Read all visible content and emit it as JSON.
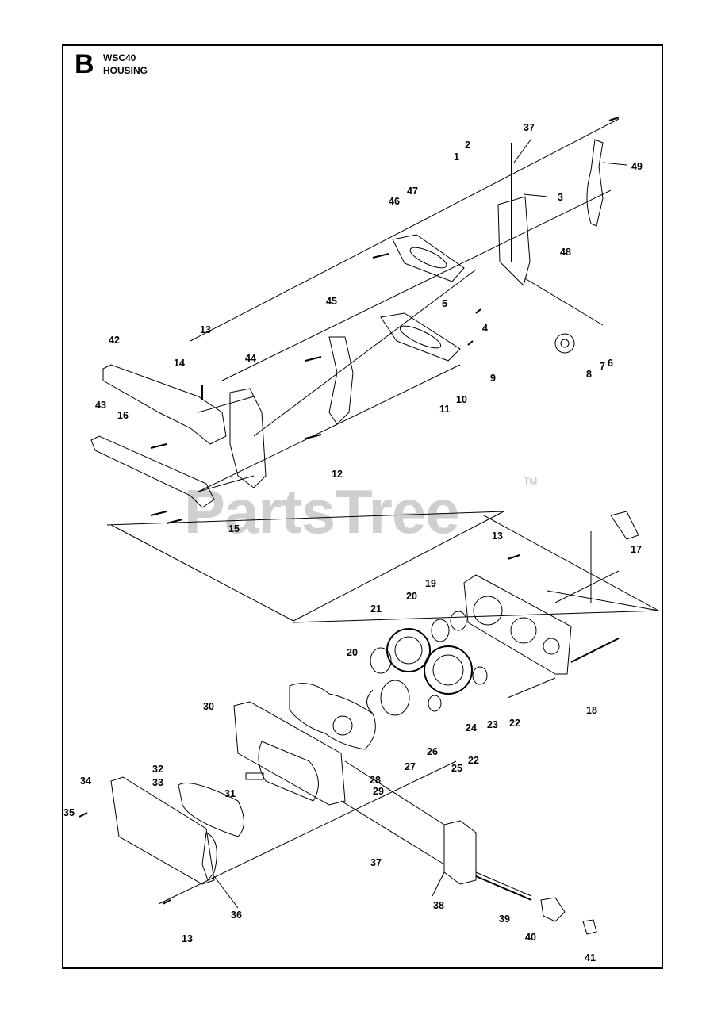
{
  "header": {
    "section_letter": "B",
    "model": "WSC40",
    "section_name": "HOUSING"
  },
  "watermark": {
    "text": "PartsTree",
    "trademark": "TM"
  },
  "callouts": [
    {
      "id": "c1",
      "label": "1"
    },
    {
      "id": "c2",
      "label": "2"
    },
    {
      "id": "c3",
      "label": "3"
    },
    {
      "id": "c37a",
      "label": "37"
    },
    {
      "id": "c49",
      "label": "49"
    },
    {
      "id": "c47",
      "label": "47"
    },
    {
      "id": "c46",
      "label": "46"
    },
    {
      "id": "c48",
      "label": "48"
    },
    {
      "id": "c45",
      "label": "45"
    },
    {
      "id": "c5",
      "label": "5"
    },
    {
      "id": "c4",
      "label": "4"
    },
    {
      "id": "c9",
      "label": "9"
    },
    {
      "id": "c10",
      "label": "10"
    },
    {
      "id": "c11",
      "label": "11"
    },
    {
      "id": "c12",
      "label": "12"
    },
    {
      "id": "c8",
      "label": "8"
    },
    {
      "id": "c7",
      "label": "7"
    },
    {
      "id": "c6",
      "label": "6"
    },
    {
      "id": "c42",
      "label": "42"
    },
    {
      "id": "c13a",
      "label": "13"
    },
    {
      "id": "c44",
      "label": "44"
    },
    {
      "id": "c14",
      "label": "14"
    },
    {
      "id": "c43",
      "label": "43"
    },
    {
      "id": "c16",
      "label": "16"
    },
    {
      "id": "c15",
      "label": "15"
    },
    {
      "id": "c13b",
      "label": "13"
    },
    {
      "id": "c17",
      "label": "17"
    },
    {
      "id": "c19",
      "label": "19"
    },
    {
      "id": "c20a",
      "label": "20"
    },
    {
      "id": "c21",
      "label": "21"
    },
    {
      "id": "c20b",
      "label": "20"
    },
    {
      "id": "c18",
      "label": "18"
    },
    {
      "id": "c22a",
      "label": "22"
    },
    {
      "id": "c23",
      "label": "23"
    },
    {
      "id": "c24",
      "label": "24"
    },
    {
      "id": "c22b",
      "label": "22"
    },
    {
      "id": "c25",
      "label": "25"
    },
    {
      "id": "c26",
      "label": "26"
    },
    {
      "id": "c27",
      "label": "27"
    },
    {
      "id": "c28",
      "label": "28"
    },
    {
      "id": "c29",
      "label": "29"
    },
    {
      "id": "c30",
      "label": "30"
    },
    {
      "id": "c32",
      "label": "32"
    },
    {
      "id": "c33",
      "label": "33"
    },
    {
      "id": "c31",
      "label": "31"
    },
    {
      "id": "c34",
      "label": "34"
    },
    {
      "id": "c35",
      "label": "35"
    },
    {
      "id": "c37b",
      "label": "37"
    },
    {
      "id": "c38",
      "label": "38"
    },
    {
      "id": "c39",
      "label": "39"
    },
    {
      "id": "c40",
      "label": "40"
    },
    {
      "id": "c41",
      "label": "41"
    },
    {
      "id": "c36",
      "label": "36"
    },
    {
      "id": "c13c",
      "label": "13"
    }
  ]
}
